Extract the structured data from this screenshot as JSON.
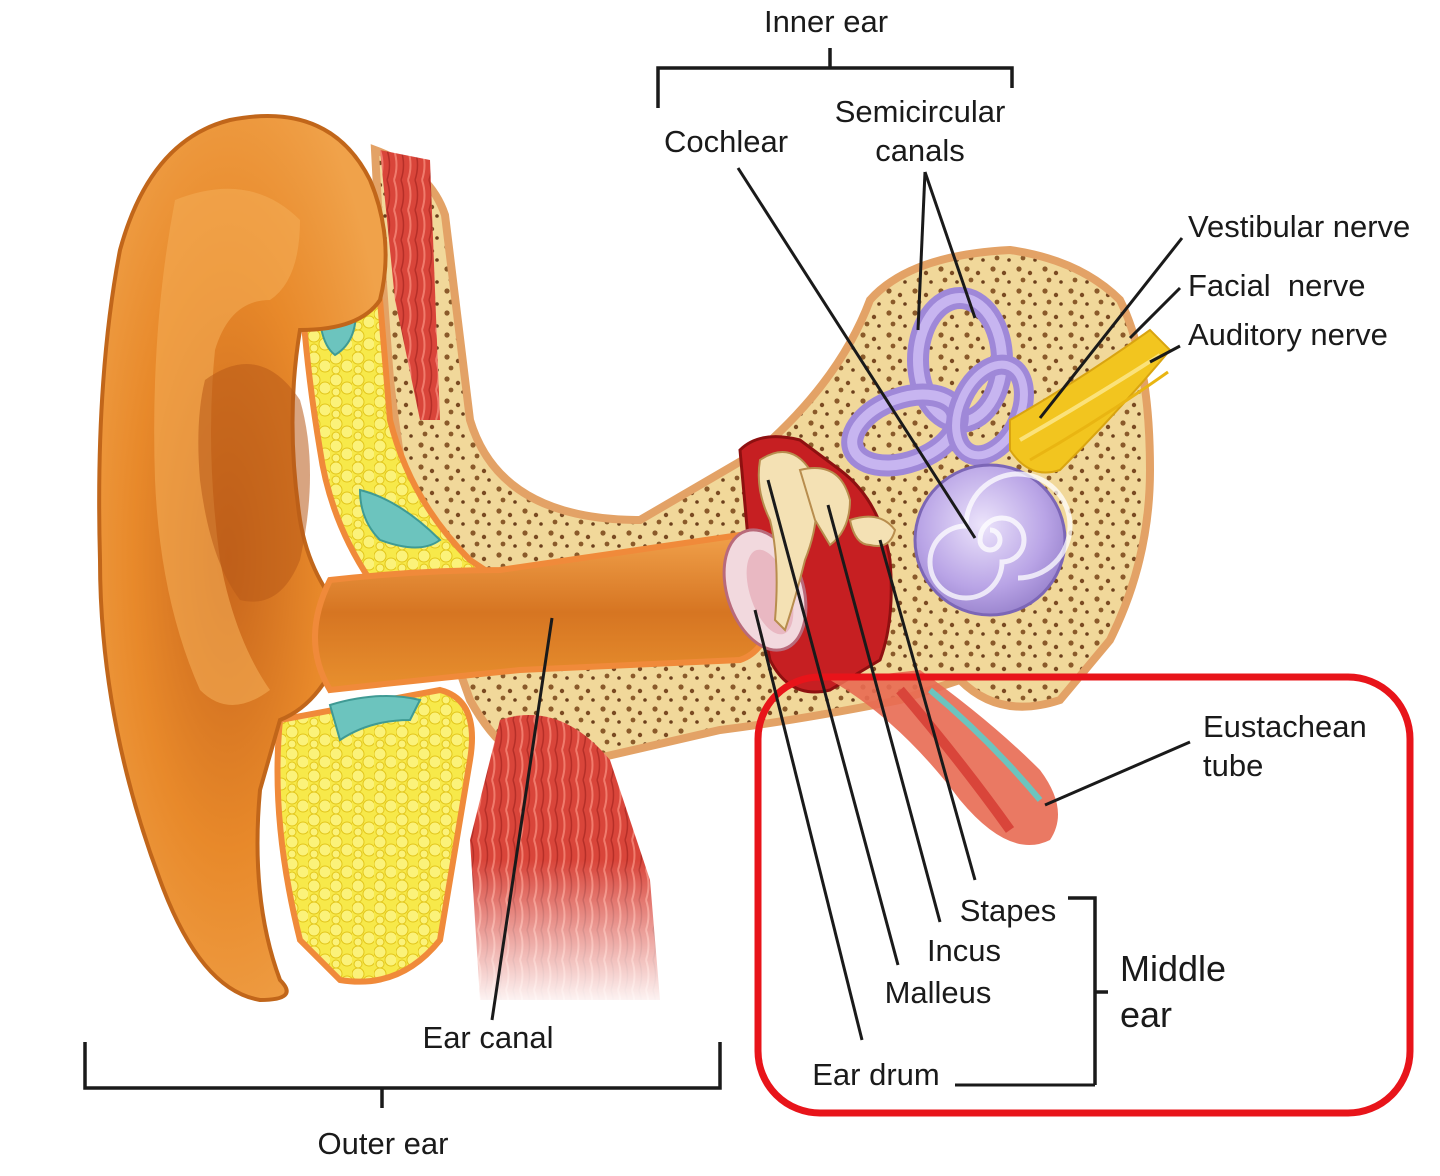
{
  "labels": {
    "inner_ear": "Inner ear",
    "cochlear": "Cochlear",
    "semicircular_line1": "Semicircular",
    "semicircular_line2": "canals",
    "vestibular_nerve": "Vestibular nerve",
    "facial_nerve": "Facial  nerve",
    "auditory_nerve": "Auditory nerve",
    "eustachean_line1": "Eustachean",
    "eustachean_line2": "tube",
    "stapes": "Stapes",
    "incus": "Incus",
    "malleus": "Malleus",
    "ear_drum": "Ear drum",
    "middle_line1": "Middle",
    "middle_line2": "ear",
    "ear_canal": "Ear canal",
    "outer_ear": "Outer ear"
  },
  "colors": {
    "skin": "#e8892a",
    "skin_dark": "#b9581a",
    "fat": "#f5e23a",
    "bone": "#f1d89a",
    "bone_pore": "#8a5a2a",
    "cochlea": "#b9a4e6",
    "nerve": "#f2c51f",
    "cartilage": "#6cc4be",
    "muscle": "#d9453a",
    "highlight_box": "#e8141a"
  }
}
